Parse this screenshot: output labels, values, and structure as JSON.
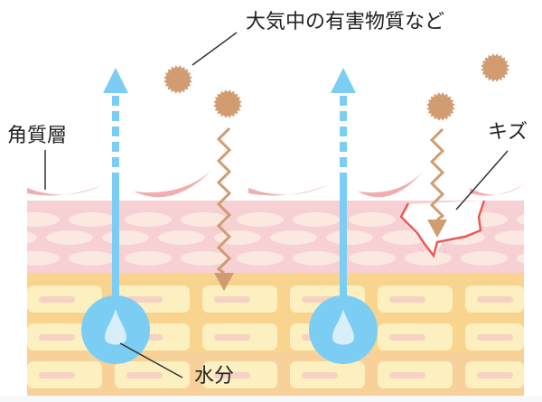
{
  "labels": {
    "pollutants": "大気中の有害物質など",
    "stratum_corneum": "角質層",
    "wound": "キズ",
    "moisture": "水分"
  },
  "colors": {
    "pink_layer": "#f7d0d4",
    "pink_cell": "#fbe8e1",
    "scale": "#f0aeb0",
    "yellow_layer": "#f8d48e",
    "yellow_cell": "#fcefc0",
    "water": "#7ccdf3",
    "particle": "#d09c70",
    "wound_line": "#ea5a55"
  }
}
